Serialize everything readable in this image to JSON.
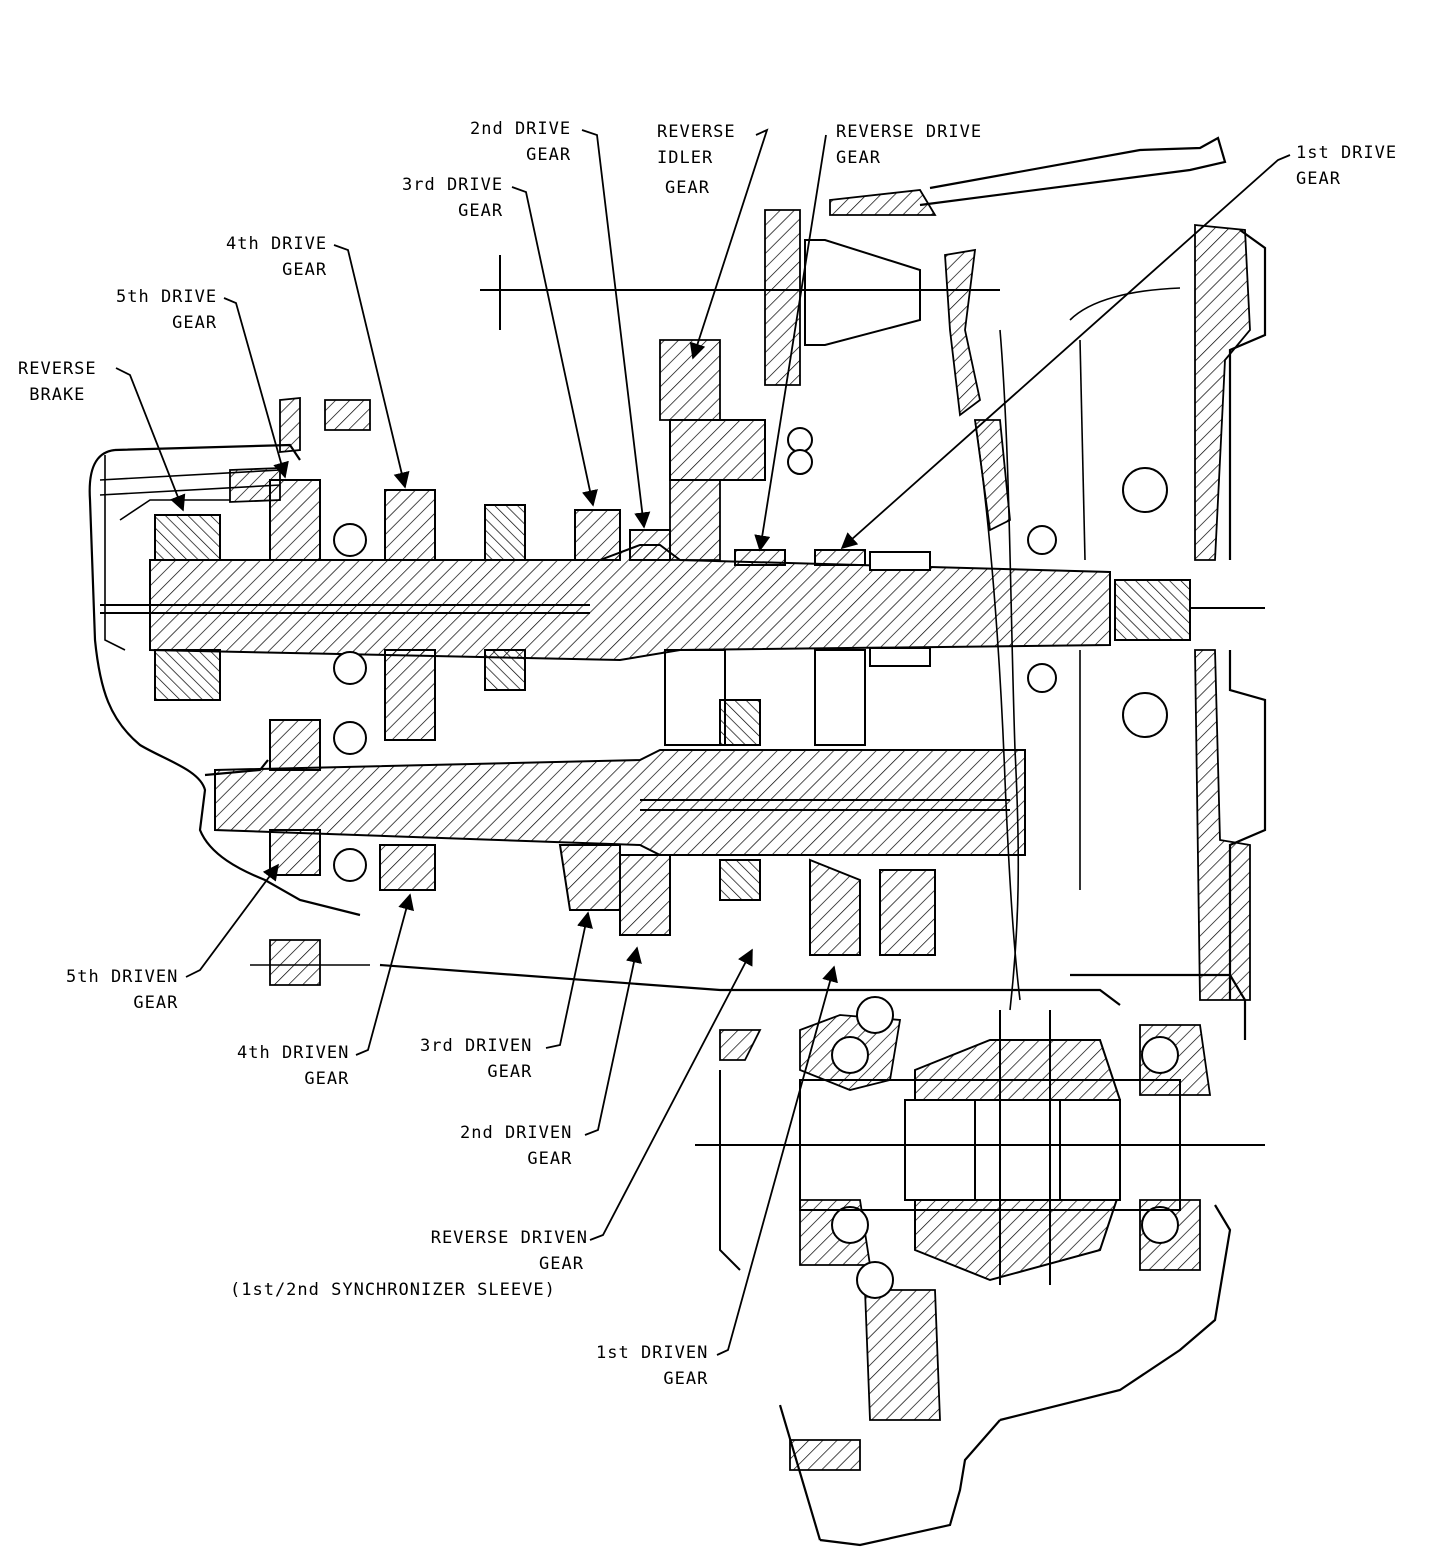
{
  "colors": {
    "ink": "#000000",
    "paper": "#ffffff"
  },
  "labels": {
    "second_drive": [
      "2nd DRIVE",
      "GEAR"
    ],
    "reverse_idler": [
      "REVERSE",
      "IDLER",
      "GEAR"
    ],
    "reverse_drive": [
      "REVERSE DRIVE",
      "GEAR"
    ],
    "first_drive": [
      "1st DRIVE",
      "GEAR"
    ],
    "third_drive": [
      "3rd DRIVE",
      "GEAR"
    ],
    "fourth_drive": [
      "4th DRIVE",
      "GEAR"
    ],
    "fifth_drive": [
      "5th DRIVE",
      "GEAR"
    ],
    "reverse_brake": [
      "REVERSE",
      "BRAKE"
    ],
    "fifth_driven": [
      "5th DRIVEN",
      "GEAR"
    ],
    "fourth_driven": [
      "4th DRIVEN",
      "GEAR"
    ],
    "third_driven": [
      "3rd DRIVEN",
      "GEAR"
    ],
    "second_driven": [
      "2nd DRIVEN",
      "GEAR"
    ],
    "reverse_driven": [
      "REVERSE DRIVEN",
      "GEAR",
      "(1st/2nd SYNCHRONIZER SLEEVE)"
    ],
    "first_driven": [
      "1st DRIVEN",
      "GEAR"
    ]
  }
}
